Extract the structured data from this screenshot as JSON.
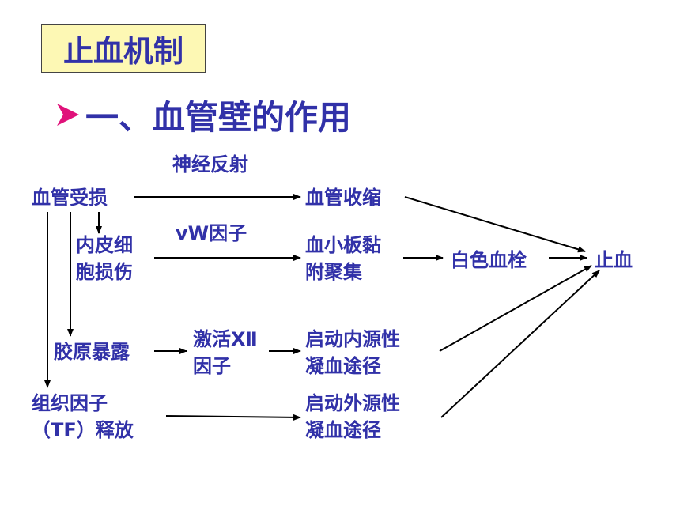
{
  "title": "止血机制",
  "heading": "一、血管壁的作用",
  "nodes": {
    "vessel_injury": "血管受损",
    "neural_reflex": "神经反射",
    "vasoconstriction": "血管收缩",
    "endothelial_damage_1": "内皮细",
    "endothelial_damage_2": "胞损伤",
    "vw_factor": "vW因子",
    "platelet_adhesion_1": "血小板黏",
    "platelet_adhesion_2": "附聚集",
    "white_thrombus": "白色血栓",
    "hemostasis": "止血",
    "collagen_exposure": "胶原暴露",
    "activate_xii_1": "激活Ⅻ",
    "activate_xii_2": "因子",
    "intrinsic_1": "启动内源性",
    "intrinsic_2": "凝血途径",
    "tissue_factor_1": "组织因子",
    "tissue_factor_2": "（TF）释放",
    "extrinsic_1": "启动外源性",
    "extrinsic_2": "凝血途径"
  },
  "colors": {
    "text": "#3131a8",
    "title_bg": "#fdf8b4",
    "bullet": "#e0117a",
    "arrow": "#000000"
  }
}
